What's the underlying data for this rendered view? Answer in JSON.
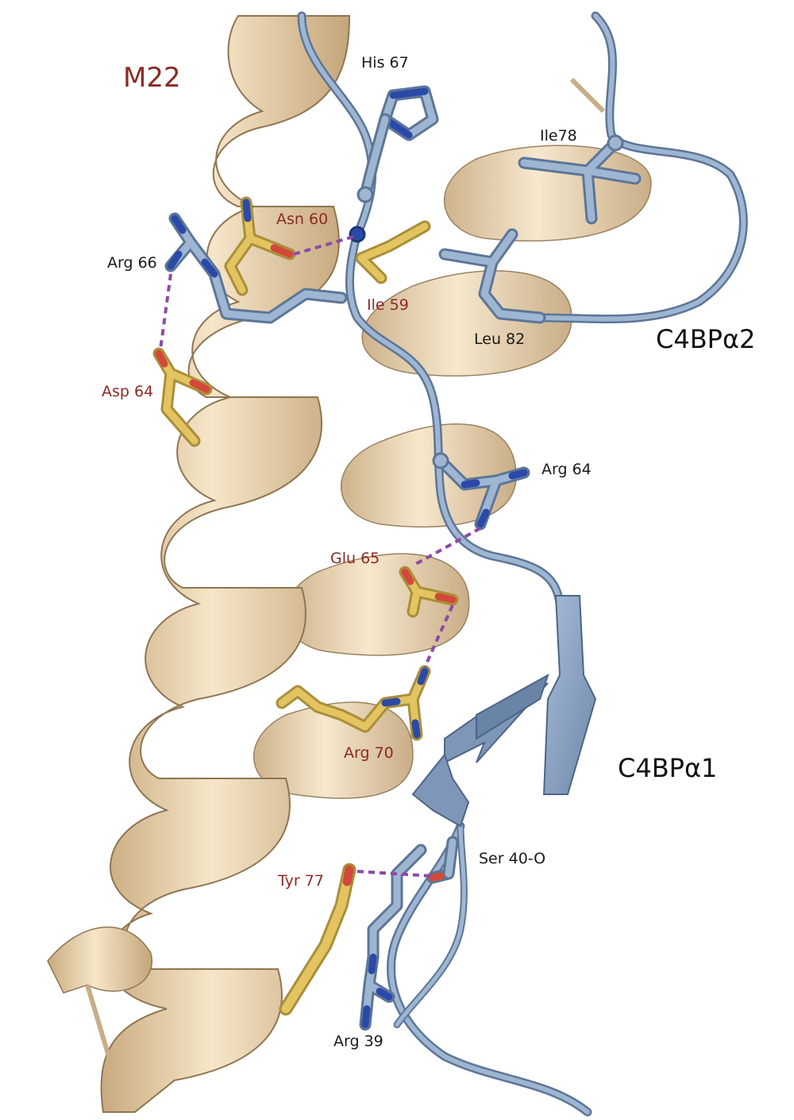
{
  "colors": {
    "helix": "#e8d2ac",
    "helix_dark": "#b99a6e",
    "c4bp": "#8ea7c7",
    "c4bp_dark": "#5d7697",
    "carbon_m22": "#e3c460",
    "nitrogen": "#2b4aa8",
    "oxygen": "#d3483a",
    "hbond": "#8c4aa8",
    "m22_label": "#8b2a23",
    "c4bp_label": "#111111"
  },
  "chains": {
    "m22": "M22",
    "c4bp_a2": "C4BPα2",
    "c4bp_a1": "C4BPα1"
  },
  "residues": {
    "his67": "His 67",
    "ile78": "Ile78",
    "asn60": "Asn 60",
    "arg66": "Arg 66",
    "ile59": "Ile 59",
    "leu82": "Leu 82",
    "asp64": "Asp 64",
    "arg64": "Arg 64",
    "glu65": "Glu 65",
    "arg70": "Arg 70",
    "tyr77": "Tyr 77",
    "ser40": "Ser 40-O",
    "arg39": "Arg 39"
  },
  "hydrogen_bonds": [
    [
      "Asn 60",
      "His 67"
    ],
    [
      "Arg 66",
      "Asp 64"
    ],
    [
      "Arg 64",
      "Glu 65"
    ],
    [
      "Glu 65",
      "Arg 70"
    ],
    [
      "Tyr 77",
      "Ser 40-O"
    ]
  ]
}
